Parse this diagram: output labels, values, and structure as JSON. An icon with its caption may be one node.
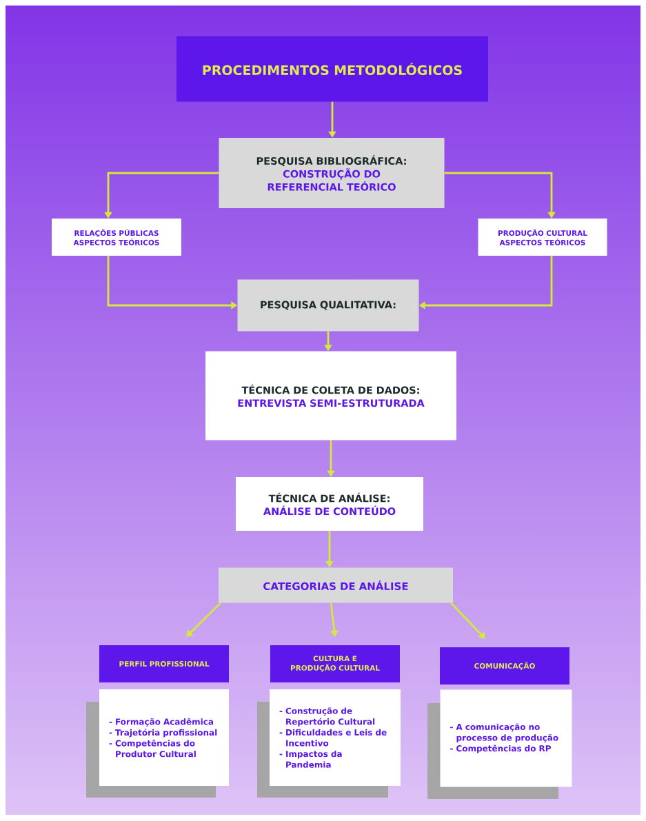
{
  "diagram": {
    "nodes": [
      {
        "text": [
          "PROCEDIMENTOS METODOLÓGICOS"
        ]
      },
      {
        "text": [
          "PESQUISA BIBLIOGRÁFICA:",
          "CONSTRUÇÃO DO REFERENCIAL TEÓRICO"
        ]
      },
      {
        "text": [
          "RELAÇÕES PÚBLICAS ASPECTOS TEÓRICOS"
        ]
      },
      {
        "text": [
          "PRODUÇÃO CULTURAL ASPECTOS TEÓRICOS"
        ]
      },
      {
        "text": [
          "PESQUISA QUALITATIVA:"
        ]
      },
      {
        "text": [
          "TÉCNICA DE COLETA DE DADOS:",
          "ENTREVISTA SEMI-ESTRUTURADA"
        ]
      },
      {
        "text": [
          "TÉCNICA DE ANÁLISE:",
          "ANÁLISE DE CONTEÚDO"
        ]
      },
      {
        "text": [
          "CATEGORIAS DE ANÁLISE"
        ]
      },
      {
        "text": [
          "PERFIL PROFISSIONAL"
        ]
      },
      {
        "text": [
          "- Formação Acadêmica",
          "- Trajetória profissional",
          "- Competências do Produtor Cultural"
        ]
      },
      {
        "text": [
          "CULTURA E PRODUÇÃO CULTURAL"
        ]
      },
      {
        "text": [
          "- Construção de Repertório Cultural",
          "- Dificuldades e Leis de Incentivo",
          "- Impactos da Pandemia"
        ]
      },
      {
        "text": [
          "COMUNICAÇÃO"
        ]
      },
      {
        "text": [
          "- A comunicação no processo de produção",
          "- Competências do RP"
        ]
      }
    ],
    "edges": [
      {
        "from": 0,
        "to": 1,
        "arrow": "to"
      },
      {
        "from": 1,
        "to": 2,
        "arrow": "to"
      },
      {
        "from": 1,
        "to": 3,
        "arrow": "to"
      },
      {
        "from": 2,
        "to": 4,
        "arrow": "to"
      },
      {
        "from": 3,
        "to": 4,
        "arrow": "to"
      },
      {
        "from": 4,
        "to": 5,
        "arrow": "to"
      },
      {
        "from": 5,
        "to": 6,
        "arrow": "to"
      },
      {
        "from": 6,
        "to": 7,
        "arrow": "to"
      },
      {
        "from": 7,
        "to": 8,
        "arrow": "to"
      },
      {
        "from": 7,
        "to": 10,
        "arrow": "to"
      },
      {
        "from": 7,
        "to": 12,
        "arrow": "to"
      }
    ]
  }
}
